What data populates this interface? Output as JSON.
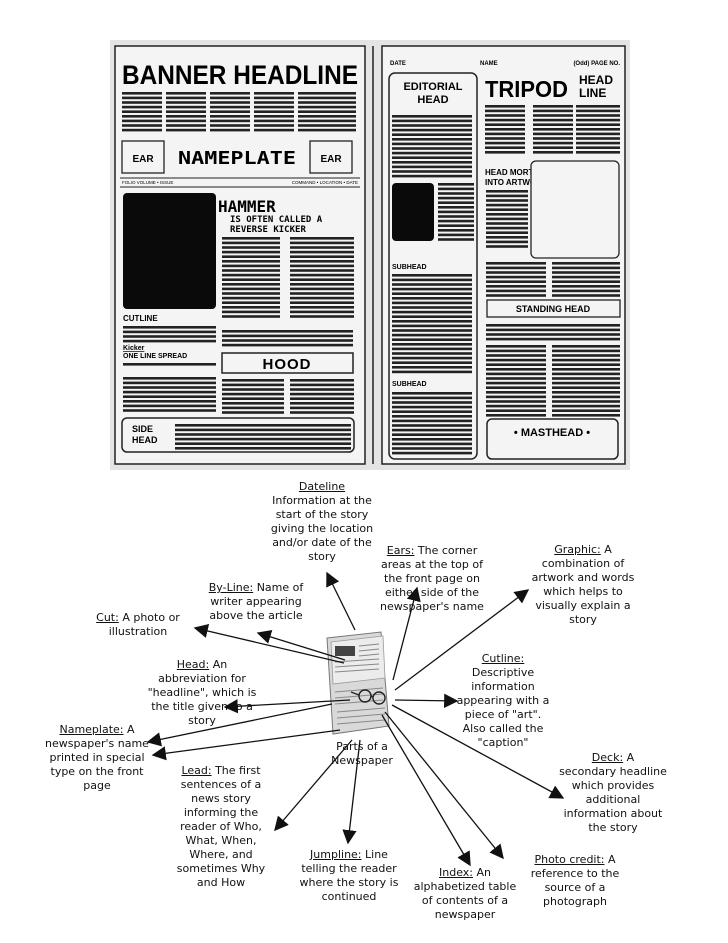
{
  "layout_diagram": {
    "left_page": {
      "banner": "BANNER HEADLINE",
      "ear_left": "EAR",
      "nameplate": "NAMEPLATE",
      "ear_right": "EAR",
      "folio_left": "FOLIO  VOLUME • ISSUE",
      "folio_right": "COMMAND • LOCATION • DATE",
      "hammer_big": "HAMMER",
      "hammer_sub1": "IS OFTEN CALLED A",
      "hammer_sub2": "REVERSE KICKER",
      "cutline": "CUTLINE",
      "kicker": "Kicker",
      "one_line_spread": "ONE LINE SPREAD",
      "hood": "HOOD",
      "side_head_1": "SIDE",
      "side_head_2": "HEAD"
    },
    "right_page": {
      "date": "DATE",
      "name": "NAME",
      "odd_page": "(Odd) PAGE NO.",
      "editorial_1": "EDITORIAL",
      "editorial_2": "HEAD",
      "tripod": "TRIPOD",
      "head_line_1": "HEAD",
      "head_line_2": "LINE",
      "head_mortised_1": "HEAD MORTISED",
      "head_mortised_2": "INTO ARTWORK",
      "subhead_1": "SUBHEAD",
      "subhead_2": "SUBHEAD",
      "standing_head": "STANDING HEAD",
      "masthead": "• MASTHEAD •"
    }
  },
  "center": {
    "title_line1": "Parts of a",
    "title_line2": "Newspaper"
  },
  "labels": [
    {
      "id": "dateline",
      "term": "Dateline",
      "text": "Information at the start of the story giving the location and/or date of the story",
      "lines": [
        "Information at the",
        "start of the story",
        "giving the location",
        "and/or date of the",
        "story"
      ]
    },
    {
      "id": "ears",
      "term": "Ears:",
      "text": "The corner areas at the top of the front page on either side of the newspaper's name",
      "lines": [
        "areas at the top of",
        "the front page on",
        "either side of the",
        "newspaper's name"
      ],
      "first": " The corner"
    },
    {
      "id": "graphic",
      "term": "Graphic:",
      "text": "A combination of artwork and words which helps to visually explain a story",
      "first": " A",
      "lines": [
        "combination of",
        "artwork and words",
        "which helps to",
        "visually explain a",
        "story"
      ]
    },
    {
      "id": "byline",
      "term": "By-Line:",
      "first": " Name of",
      "lines": [
        "writer appearing",
        "above the article"
      ]
    },
    {
      "id": "cut",
      "term": "Cut:",
      "first": " A photo or",
      "lines": [
        "illustration"
      ]
    },
    {
      "id": "cutline",
      "term": "Cutline:",
      "first": "",
      "lines": [
        "Descriptive",
        "information",
        "appearing with a",
        "piece of \"art\".",
        "Also called the",
        "\"caption\""
      ]
    },
    {
      "id": "head",
      "term": "Head:",
      "first": " An",
      "lines": [
        "abbreviation for",
        "\"headline\", which is",
        "the title given to a",
        "story"
      ]
    },
    {
      "id": "nameplate",
      "term": "Nameplate:",
      "first": " A",
      "lines": [
        "newspaper's name",
        "printed in special",
        "type on the front",
        "page"
      ]
    },
    {
      "id": "lead",
      "term": "Lead:",
      "first": " The first",
      "lines": [
        "sentences of a",
        "news story",
        "informing the",
        "reader of Who,",
        "What, When,",
        "Where, and",
        "sometimes Why",
        "and How"
      ]
    },
    {
      "id": "deck",
      "term": "Deck:",
      "first": " A",
      "lines": [
        "secondary headline",
        "which provides",
        "additional",
        "information about",
        "the story"
      ]
    },
    {
      "id": "jumpline",
      "term": "Jumpline:",
      "first": " Line",
      "lines": [
        "telling the reader",
        "where the story is",
        "continued"
      ]
    },
    {
      "id": "index",
      "term": "Index:",
      "first": " An",
      "lines": [
        "alphabetized table",
        "of contents of a",
        "newspaper"
      ]
    },
    {
      "id": "photocredit",
      "term": "Photo credit:",
      "first": " A",
      "lines": [
        "reference to the",
        "source of a",
        "photograph"
      ]
    }
  ]
}
